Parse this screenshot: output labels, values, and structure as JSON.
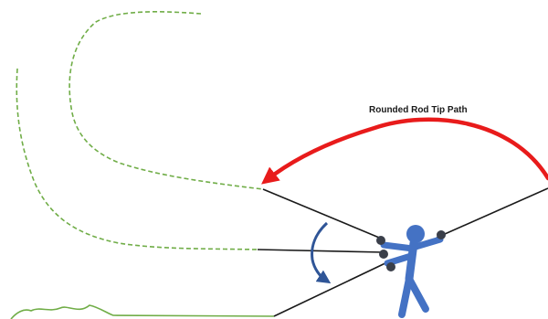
{
  "diagram": {
    "label": "Rounded Rod Tip Path",
    "colors": {
      "background": "#ffffff",
      "rod_tip_path_arrow": "#e81b1b",
      "fly_line": "#70ad47",
      "rod": "#1a1a1a",
      "figure": "#4472c4",
      "hands": "#3a3f4a",
      "rotation_arrow": "#2f5597"
    },
    "elements": [
      "rounded-rod-tip-path-arrow",
      "fly-line-high",
      "fly-line-mid",
      "fly-line-ground",
      "rod-back",
      "rod-upper",
      "rod-middle",
      "rod-lower",
      "caster-figure",
      "rotation-arrow"
    ]
  }
}
